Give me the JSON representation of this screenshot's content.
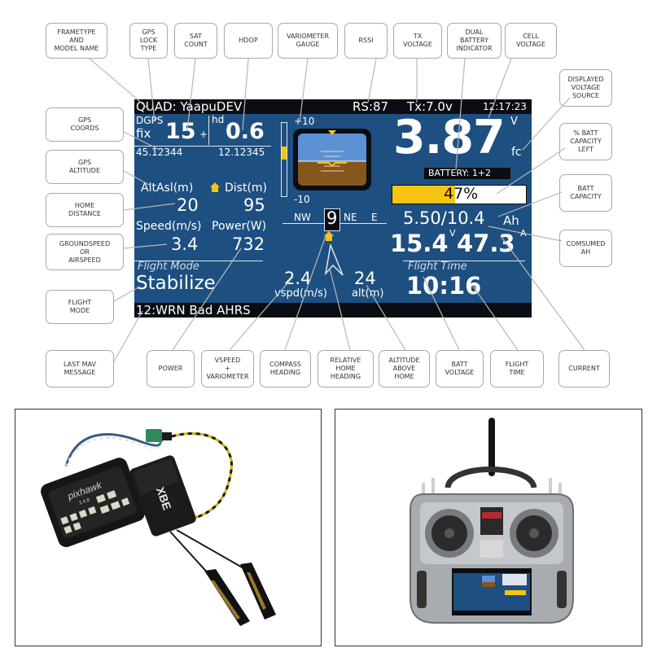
{
  "callouts": {
    "frametype": "FRAMETYPE\nAND\nMODEL NAME",
    "gps_lock": "GPS\nLOCK\nTYPE",
    "sat_count": "SAT\nCOUNT",
    "hdop": "HDOP",
    "variometer_gauge": "VARIOMETER\nGAUGE",
    "rssi": "RSSI",
    "tx_voltage": "TX\nVOLTAGE",
    "dual_battery": "DUAL\nBATTERY\nINDICATOR",
    "cell_voltage": "CELL\nVOLTAGE",
    "displayed_voltage_source": "DISPLAYED\nVOLTAGE\nSOURCE",
    "batt_capacity_left": "% BATT\nCAPACITY\nLEFT",
    "batt_capacity": "BATT\nCAPACITY",
    "consumed_ah": "COMSUMED\nAh",
    "gps_coords": "GPS\nCOORDS",
    "gps_altitude": "GPS\nALTITUDE",
    "home_distance": "HOME\nDISTANCE",
    "groundspeed": "GROUNDSPEED\nOR\nAIRSPEED",
    "flight_mode": "FLIGHT\nMODE",
    "last_mav": "LAST MAV\nMESSAGE",
    "power": "POWER",
    "vspeed": "VSPEED\n+\nVARIOMETER",
    "compass_heading": "COMPASS\nHEADING",
    "relative_home_heading": "RELATIVE\nHOME\nHEADING",
    "altitude_above_home": "ALTITUDE\nABOVE\nHOME",
    "batt_voltage": "BATT\nVOLTAGE",
    "flight_time": "FLIGHT\nTIME",
    "current": "CURRENT"
  },
  "screen": {
    "model": "QUAD: YaapuDEV",
    "rssi": "RS:87",
    "tx_voltage": "Tx:7.0v",
    "clock": "12:17:23",
    "gps_type_line1": "DGPS",
    "gps_type_line2": "fix",
    "sats": "15",
    "sats_suffix": "+",
    "hdop_label": "hd",
    "hdop": "0.6",
    "lat": "45.12344",
    "lon": "12.12345",
    "vario_top": "+10",
    "vario_bottom": "-10",
    "cell_voltage": "3.87",
    "cell_unit": "V",
    "voltage_source": "fc",
    "battery_label": "BATTERY: 1+2",
    "batt_percent": "47%",
    "batt_percent_value": 0.47,
    "alt_label": "AltAsl(m)",
    "dist_label": "Dist(m)",
    "alt": "20",
    "dist": "95",
    "compass_nw": "NW",
    "compass_heading": "9",
    "compass_ne": "NE",
    "compass_e": "E",
    "capacity": "5.50/10.4",
    "capacity_unit": "Ah",
    "speed_label": "Speed(m/s)",
    "power_label": "Power(W)",
    "speed": "3.4",
    "power": "732",
    "batt_voltage": "15.4",
    "batt_voltage_unit": "V",
    "current": "47.3",
    "current_unit": "A",
    "flight_mode_label": "Flight Mode",
    "flight_mode": "Stabilize",
    "vspd": "2.4",
    "vspd_label": "vspd(m/s)",
    "alt_home": "24",
    "alt_home_label": "alt(m)",
    "flight_time_label": "Flight Time",
    "flight_time": "10:16",
    "message": "12:WRN Bad AHRS"
  },
  "photos": {
    "controller_brand": "pixhawk",
    "controller_sub": "2.4.8",
    "receiver_brand": "XBE"
  },
  "colors": {
    "screen_bg": "#1d4f80",
    "bar_bg": "#0b0d12",
    "accent_yellow": "#f6c413",
    "sky": "#5c91d6",
    "ground": "#86561f"
  }
}
